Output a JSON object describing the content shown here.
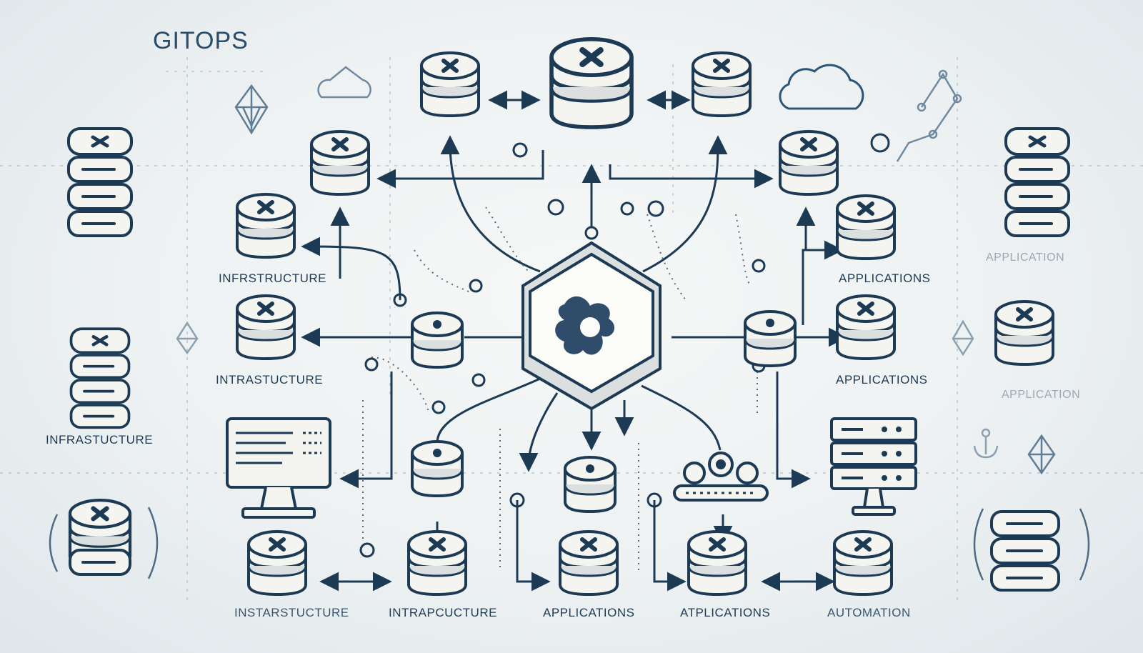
{
  "title": "GITOPS",
  "labels": {
    "infra_upper": "INFRSTRUCTURE",
    "infra_mid": "INTRASTUCTURE",
    "infra_left": "INFRASTUCTURE",
    "apps_upper": "APPLICATIONS",
    "apps_mid": "APPLICATIONS",
    "app_right_top": "APPLICATION",
    "app_right_mid": "APPLICATION",
    "bottom_1": "INSTARSTUCTURE",
    "bottom_2": "INTRAPCUCTURE",
    "bottom_3": "APPLICATIONS",
    "bottom_4": "ATPLICATIONS",
    "bottom_5": "AUTOMATION"
  },
  "colors": {
    "stroke": "#1d3a55",
    "node_fill": "#f4f4f1",
    "band_fill": "#dcdfe0",
    "background": "#edf1f2"
  },
  "icons": [
    "database-icon",
    "server-rack-icon",
    "monitor-icon",
    "cloud-icon",
    "git-hub-icon",
    "network-icon",
    "diamond-icon"
  ]
}
